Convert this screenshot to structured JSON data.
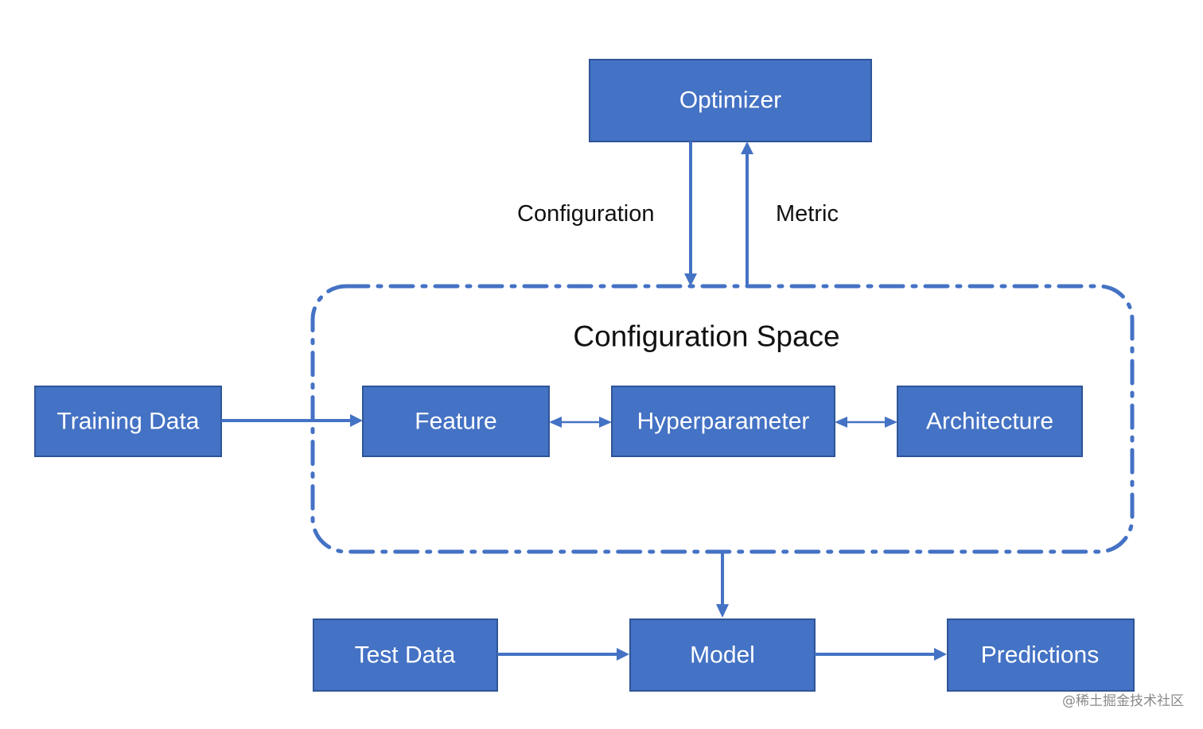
{
  "nodes": {
    "optimizer": "Optimizer",
    "training_data": "Training Data",
    "feature": "Feature",
    "hyperparameter": "Hyperparameter",
    "architecture": "Architecture",
    "test_data": "Test Data",
    "model": "Model",
    "predictions": "Predictions"
  },
  "group": {
    "title": "Configuration Space"
  },
  "edges": {
    "configuration": "Configuration",
    "metric": "Metric"
  },
  "colors": {
    "box_fill": "#4472c4",
    "box_border": "#2f5597",
    "line": "#4472c4",
    "text_on_box": "#ffffff",
    "text": "#111111"
  },
  "watermark": "@稀土掘金技术社区"
}
